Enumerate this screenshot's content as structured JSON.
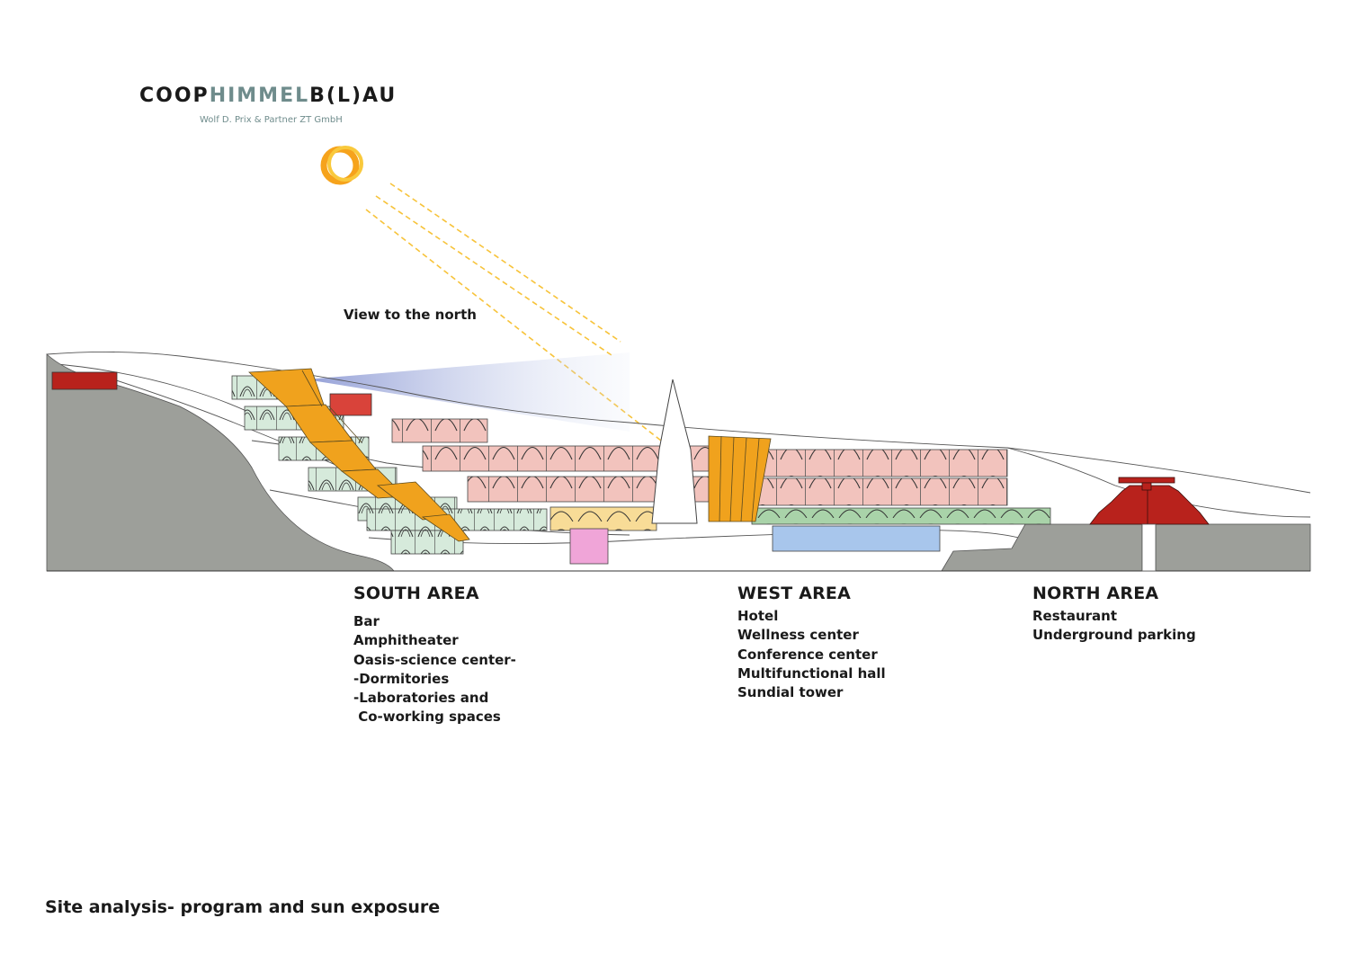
{
  "logo": {
    "part1": "COOP",
    "part2": "HIMMEL",
    "part3": "B(L)AU",
    "subtitle": "Wolf D. Prix & Partner ZT GmbH"
  },
  "labels": {
    "view": "View to the north"
  },
  "areas": {
    "south": {
      "title": "SOUTH AREA",
      "items": [
        "Bar",
        "Amphitheater",
        "Oasis-science center-",
        "-Dormitories",
        "-Laboratories and",
        " Co-working spaces"
      ]
    },
    "west": {
      "title": "WEST AREA",
      "items": [
        "Hotel",
        "Wellness center",
        "Conference center",
        "Multifunctional hall",
        "Sundial tower"
      ]
    },
    "north": {
      "title": "NORTH AREA",
      "items": [
        "Restaurant",
        "Underground parking"
      ]
    }
  },
  "caption": "Site analysis- program and sun exposure",
  "colors": {
    "ground": "#9d9f9a",
    "dormitory_green": "#d6eadb",
    "hotel_pink": "#f2c3bd",
    "stair_orange": "#f0a21d",
    "red_building": "#b8221c",
    "conference_green": "#a9d3a9",
    "wellness_blue": "#a8c6ec",
    "bar_pink": "#f0a5d8",
    "amphitheater_yellow": "#f8dc97",
    "sun_ray": "#f7c33a"
  }
}
